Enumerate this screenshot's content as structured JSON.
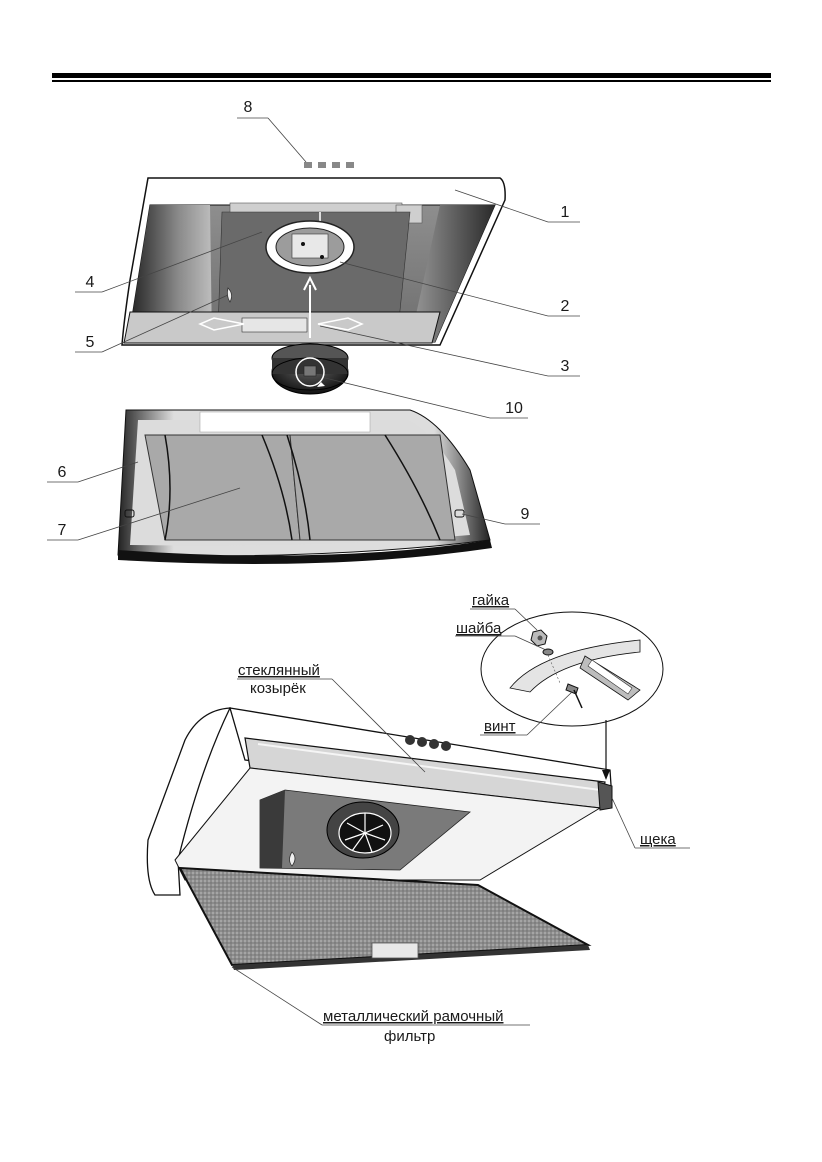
{
  "callouts": [
    "1",
    "2",
    "3",
    "4",
    "5",
    "6",
    "7",
    "8",
    "9",
    "10"
  ],
  "labels": {
    "nut": "гайка",
    "washer": "шайба",
    "screw": "винт",
    "glass_visor_line1": "стеклянный",
    "glass_visor_line2": "козырёк",
    "cheek": "щека",
    "metal_filter_line1": "металлический рамочный",
    "metal_filter_line2": "фильтр"
  }
}
